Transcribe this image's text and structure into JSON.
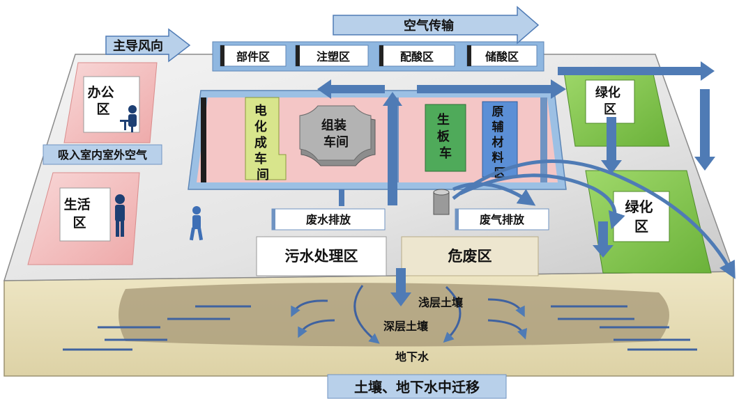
{
  "labels": {
    "wind_direction": "主导风向",
    "air_transport": "空气传输",
    "office": "办公区",
    "inhale_outdoor_air": "吸入室内室外空气",
    "living": "生活区",
    "parts_zone": "部件区",
    "injection_zone": "注塑区",
    "acid_mixing_zone": "配酸区",
    "acid_storage_zone": "储酸区",
    "formation_workshop": "电化成车间",
    "assembly_workshop": "组装车间",
    "plate_workshop": "生板车间",
    "raw_material_zone": "原辅材料区",
    "greening_zone_1": "绿化区",
    "greening_zone_2": "绿化区",
    "wastewater_discharge": "废水排放",
    "waste_gas_discharge": "废气排放",
    "sewage_treatment": "污水处理区",
    "hazardous_waste": "危废区",
    "shallow_soil": "浅层土壤",
    "deep_soil": "深层土壤",
    "groundwater": "地下水",
    "soil_groundwater_migration": "土壤、地下水中迁移"
  },
  "colors": {
    "arrow_blue": "#4f7bb5",
    "banner_blue": "#b8d0ea",
    "workshop_pink": "#f4c6c6",
    "zone_green": "#7ec34a",
    "formation_yellow": "#d8e58c",
    "raw_blue": "#5b8fd6",
    "soil_tan": "#e6dcb2",
    "soil_band": "#a59775",
    "platform_gray": "#e6e6e6"
  },
  "icons": [
    "person-at-desk-icon",
    "standing-person-icon",
    "walking-person-icon",
    "exhaust-stack-icon"
  ]
}
